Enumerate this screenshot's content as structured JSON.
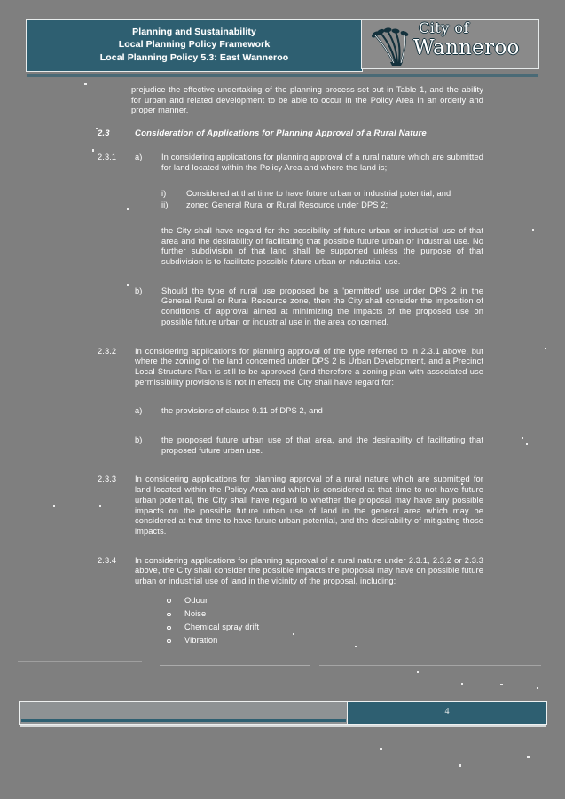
{
  "header": {
    "title_lines": [
      "Planning and Sustainability",
      "Local Planning Policy Framework",
      "Local Planning Policy 5.3: East Wanneroo"
    ],
    "line1": "Planning and Sustainability",
    "line2": "Local Planning Policy Framework",
    "line3": "Local Planning Policy 5.3: East Wanneroo",
    "logo": {
      "line1": "City of",
      "line2": "Wanneroo",
      "icon": "kangaroo-paw-flower-icon"
    },
    "band_color": "#2e5f71"
  },
  "body": {
    "intro_paragraph": "prejudice the effective undertaking of the planning process set out in Table 1, and the ability for urban and related development to be able to occur in the Policy Area in an orderly and proper manner.",
    "section": {
      "number": "2.3",
      "title": "Consideration of Applications for Planning Approval of a Rural Nature"
    },
    "clause_231": {
      "number": "2.3.1",
      "a_label": "a)",
      "a_text": "In considering applications for planning approval of a rural nature which are submitted for land located within the Policy Area and where the land is;",
      "roman_i_label": "i)",
      "roman_i_text": "Considered at that time to have future urban or industrial potential, and",
      "roman_ii_label": "ii)",
      "roman_ii_text": "zoned General Rural or Rural Resource under DPS 2;",
      "closing_text": "the City shall have regard for the possibility of future urban or industrial use of that area and the desirability of facilitating that possible future urban or industrial use.  No further subdivision of that land shall be supported unless the purpose of that subdivision is to facilitate possible future urban or industrial use.",
      "b_label": "b)",
      "b_text": "Should the type of rural use proposed be a 'permitted' use under DPS 2 in the General Rural or Rural Resource zone, then the City shall consider the imposition of conditions of approval aimed at minimizing the impacts of the proposed use on possible future urban or industrial use in the area concerned."
    },
    "clause_232": {
      "number": "2.3.2",
      "text": "In considering applications for planning approval of the type referred to in 2.3.1 above, but where the zoning of the land concerned under DPS 2 is Urban Development, and a Precinct Local Structure Plan is still to be approved (and therefore a zoning plan with associated use permissibility provisions is not in effect) the City shall have regard for:",
      "a_label": "a)",
      "a_text": "the provisions of clause 9.11 of DPS 2, and",
      "b_label": "b)",
      "b_text": "the proposed future urban use of that area, and the desirability of facilitating that proposed future urban use."
    },
    "clause_233": {
      "number": "2.3.3",
      "text": "In considering applications for planning approval of a rural nature which are submitted for land located within the Policy Area and which is considered at that time to not have future urban potential, the City shall have regard to whether the proposal may have any possible impacts on the possible future urban use of land in the general area which may be considered at that time to have future urban potential, and the desirability of mitigating those impacts."
    },
    "clause_234": {
      "number": "2.3.4",
      "text": "In considering applications for planning approval of a rural nature under 2.3.1, 2.3.2 or 2.3.3 above, the City shall consider the possible impacts the proposal may have on possible future urban or industrial use of land in the vicinity of the proposal, including:",
      "bullets": [
        "Odour",
        "Noise",
        "Chemical spray drift",
        "Vibration"
      ]
    }
  },
  "footer": {
    "page_number": "4",
    "bar_color": "#2e5f71"
  }
}
